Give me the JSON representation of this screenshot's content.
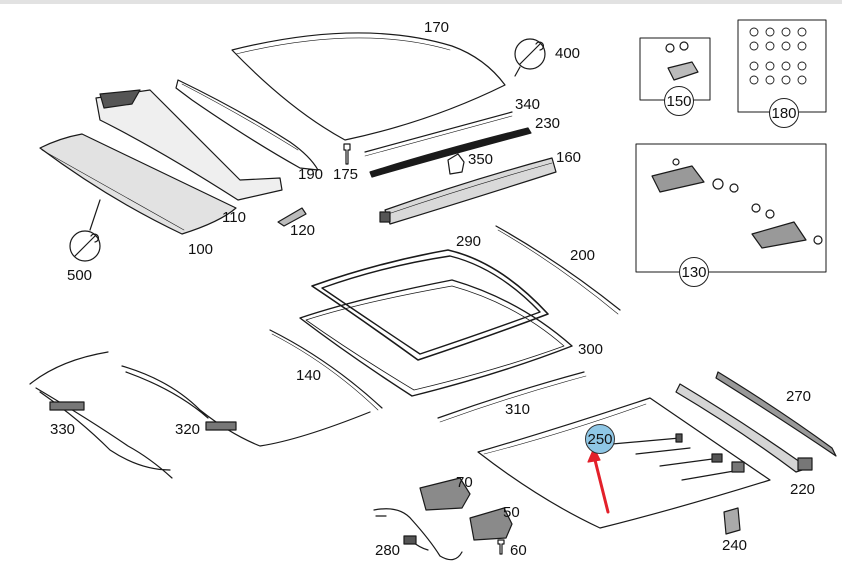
{
  "diagram": {
    "title": "",
    "highlight_color": "#8fc7e6",
    "arrow_color": "#e3202a",
    "parts": [
      {
        "id": "p170",
        "label": "170"
      },
      {
        "id": "p400",
        "label": "400"
      },
      {
        "id": "p340",
        "label": "340"
      },
      {
        "id": "p230",
        "label": "230"
      },
      {
        "id": "p350",
        "label": "350"
      },
      {
        "id": "p160",
        "label": "160"
      },
      {
        "id": "p190",
        "label": "190"
      },
      {
        "id": "p175",
        "label": "175"
      },
      {
        "id": "p110",
        "label": "110"
      },
      {
        "id": "p120",
        "label": "120"
      },
      {
        "id": "p100",
        "label": "100"
      },
      {
        "id": "p500",
        "label": "500"
      },
      {
        "id": "p290",
        "label": "290"
      },
      {
        "id": "p200",
        "label": "200"
      },
      {
        "id": "p300",
        "label": "300"
      },
      {
        "id": "p140",
        "label": "140"
      },
      {
        "id": "p310",
        "label": "310"
      },
      {
        "id": "p330",
        "label": "330"
      },
      {
        "id": "p320",
        "label": "320"
      },
      {
        "id": "p250",
        "label": "250"
      },
      {
        "id": "p270",
        "label": "270"
      },
      {
        "id": "p220",
        "label": "220"
      },
      {
        "id": "p70",
        "label": "70"
      },
      {
        "id": "p50",
        "label": "50"
      },
      {
        "id": "p280",
        "label": "280"
      },
      {
        "id": "p60",
        "label": "60"
      },
      {
        "id": "p240",
        "label": "240"
      },
      {
        "id": "p150",
        "label": "150"
      },
      {
        "id": "p180",
        "label": "180"
      },
      {
        "id": "p130",
        "label": "130"
      }
    ]
  }
}
